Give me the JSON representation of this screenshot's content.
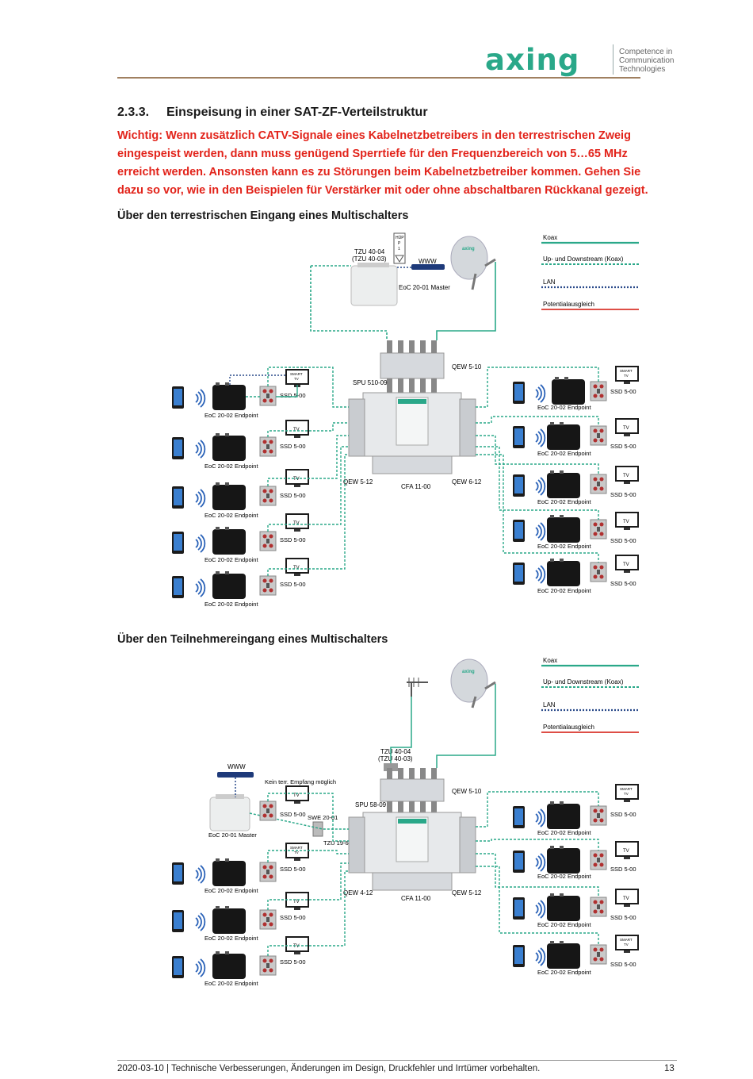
{
  "header": {
    "logo_text": "axing",
    "tagline": [
      "Competence in",
      "Communication",
      "Technologies"
    ]
  },
  "section": {
    "number": "2.3.3.",
    "title": "Einspeisung in einer SAT-ZF-Verteilstruktur"
  },
  "warning": "Wichtig: Wenn zusätzlich CATV-Signale eines Kabelnetzbetreibers in den terrestrischen Zweig eingespeist werden, dann muss genügend Sperrtiefe für den Frequenzbereich von 5…65 MHz erreicht werden. Ansonsten kann es zu Störungen beim Kabelnetzbetreiber kommen. Gehen Sie dazu so vor, wie in den Beispielen für Verstärker mit oder ohne abschaltbaren Rückkanal gezeigt.",
  "colors": {
    "coax": "#2aa889",
    "updown": "#2aa889",
    "lan": "#2a4a8a",
    "potential": "#d9342b",
    "accent": "#2aa889"
  },
  "legend": {
    "coax": "Koax",
    "updown": "Up- und Downstream (Koax)",
    "lan": "LAN",
    "potential": "Potentialausgleich"
  },
  "diagram1": {
    "subheading": "Über den terrestrischen Eingang eines Multischalters",
    "tzu": [
      "TZU 40-04",
      "(TZU 40-03)"
    ],
    "hup": [
      "HÜP",
      "P",
      "1"
    ],
    "www": "WWW",
    "master": "EoC 20-01 Master",
    "qew_top": "QEW 5-10",
    "spu": "SPU 510-09",
    "qew_left": "QEW 5-12",
    "cfa": "CFA 11-00",
    "qew_right": "QEW 6-12",
    "endpoint": "EoC 20-02 Endpoint",
    "ssd": "SSD 5-00",
    "tv": "TV",
    "smart_tv": [
      "SMART",
      "TV"
    ]
  },
  "diagram2": {
    "subheading": "Über den Teilnehmereingang eines Multischalters",
    "tzu": [
      "TZU 40-04",
      "(TZU 40-03)"
    ],
    "www": "WWW",
    "no_terr": "Kein terr. Empfang möglich",
    "master": "EoC 20-01 Master",
    "swe": "SWE 20-01",
    "tzu2": "TZU 19-66",
    "qew_top": "QEW 5-10",
    "spu": "SPU 58-09",
    "qew_left": "QEW 4-12",
    "cfa": "CFA 11-00",
    "qew_right": "QEW 5-12",
    "endpoint": "EoC 20-02 Endpoint",
    "ssd": "SSD 5-00",
    "tv": "TV",
    "smart_tv": [
      "SMART",
      "TV"
    ]
  },
  "footer": {
    "text": "2020-03-10 | Technische Verbesserungen, Änderungen im Design, Druckfehler und Irrtümer vorbehalten.",
    "page": "13"
  }
}
